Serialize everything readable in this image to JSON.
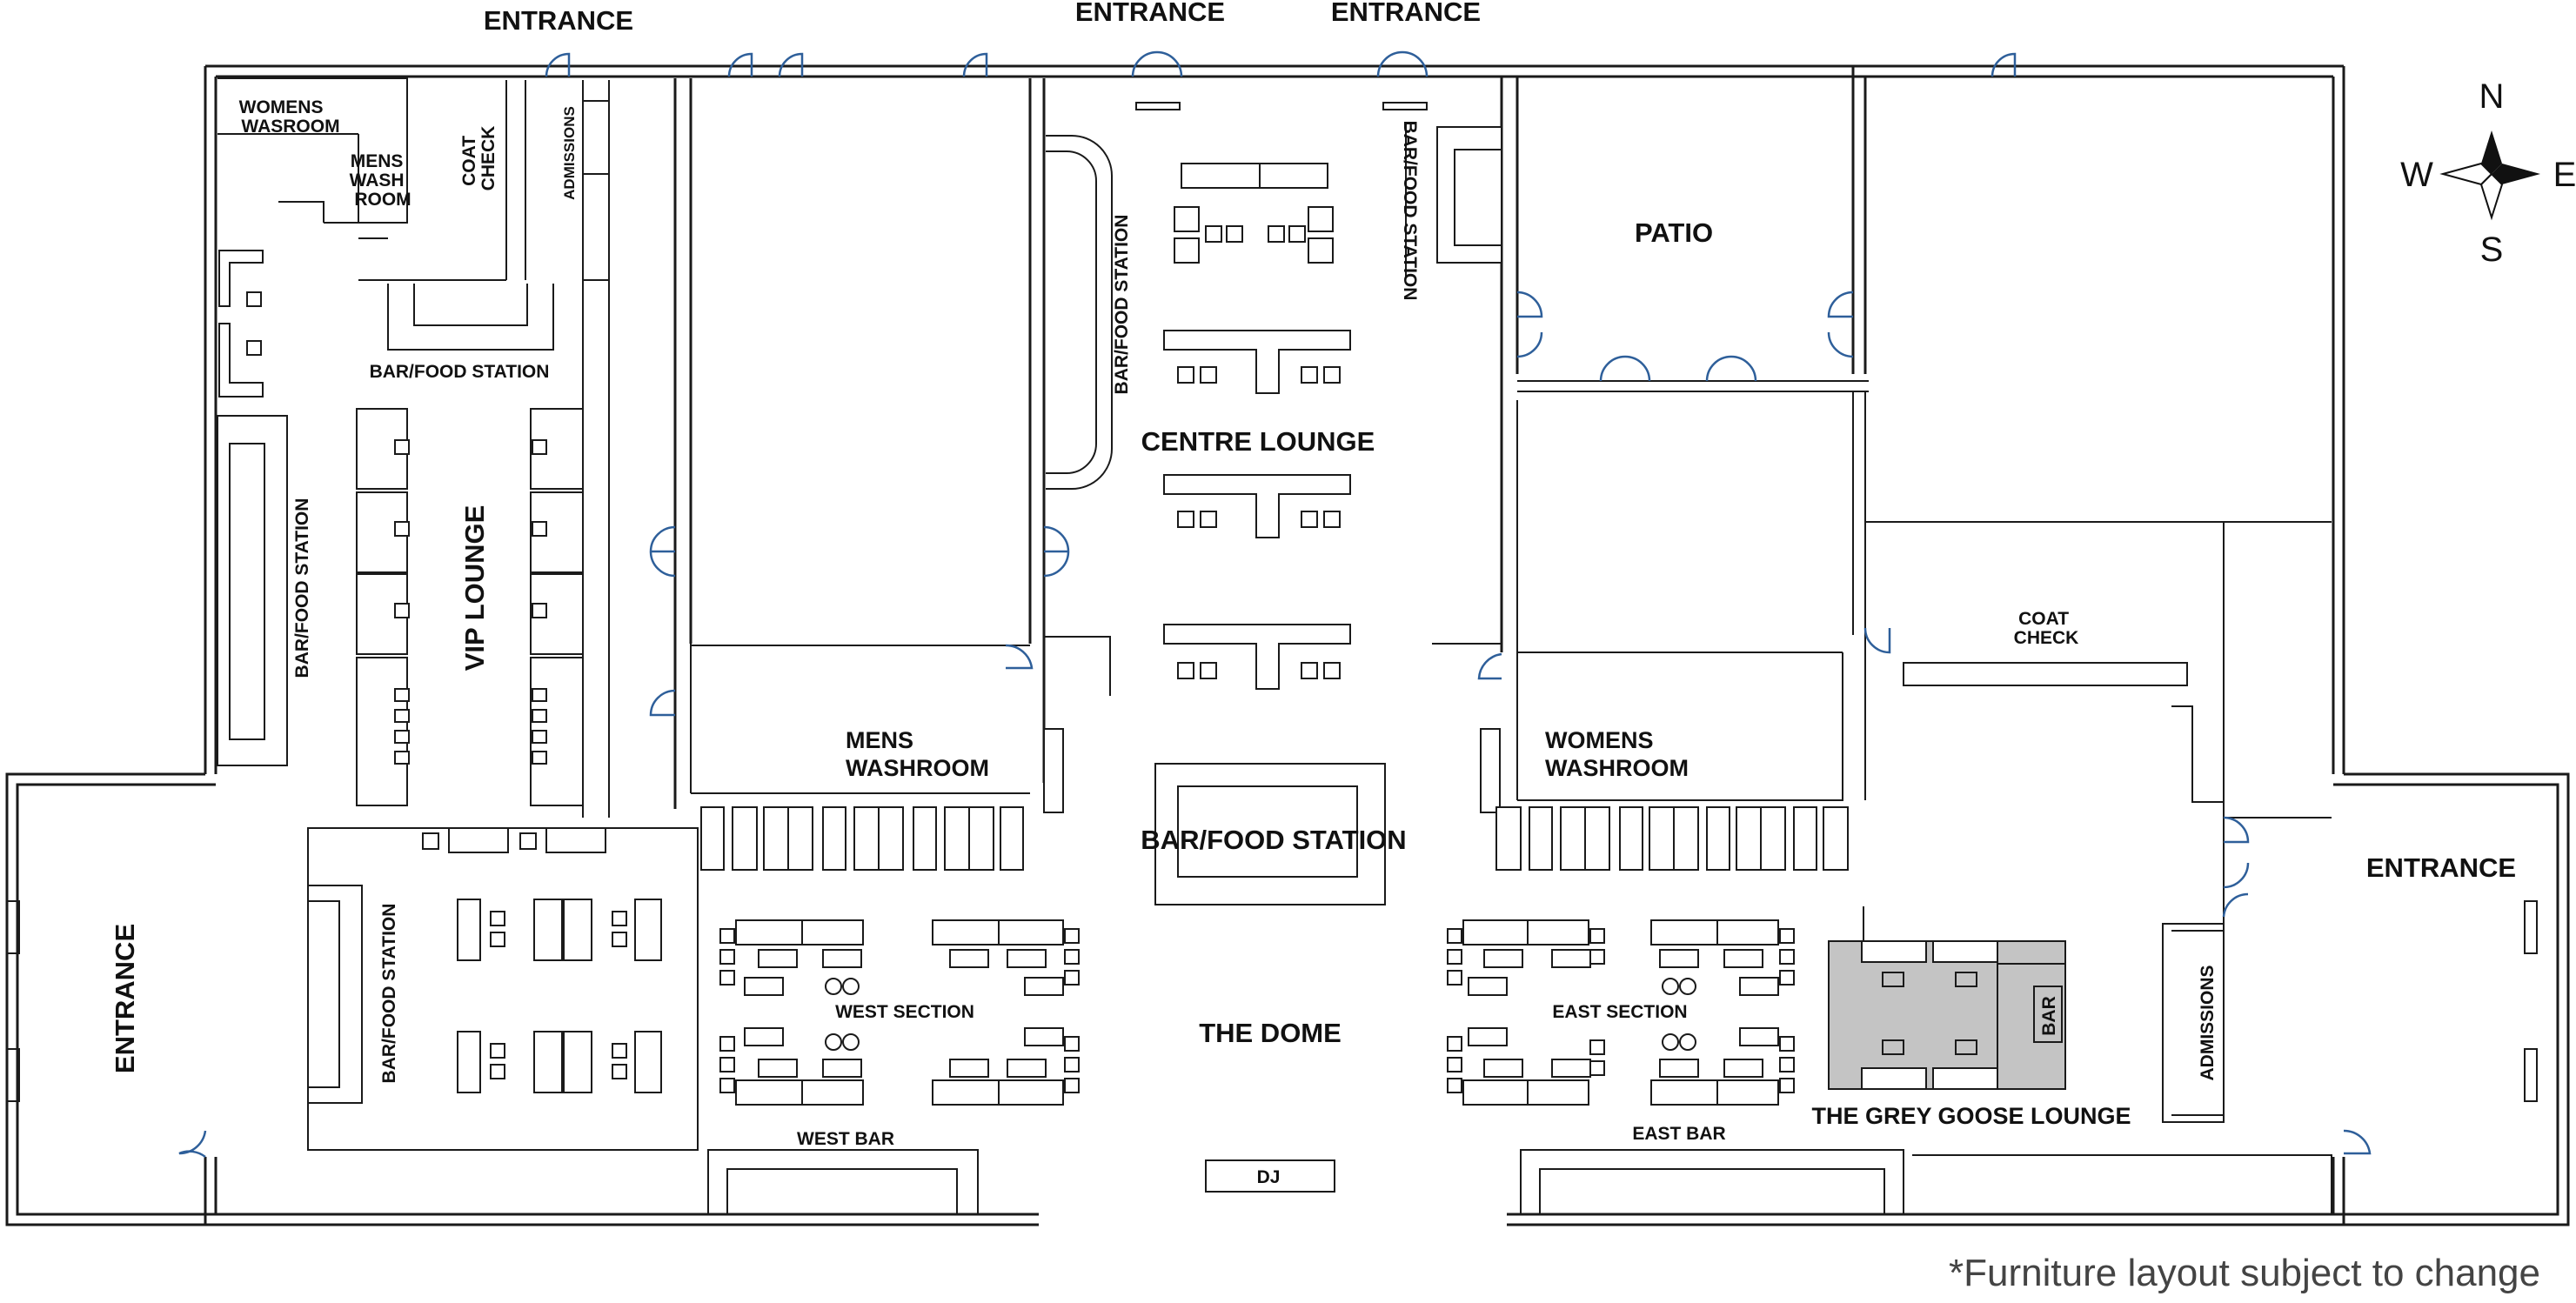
{
  "labels": {
    "entrance_top_left": "ENTRANCE",
    "entrance_top_mid_1": "ENTRANCE",
    "entrance_top_mid_2": "ENTRANCE",
    "entrance_west": "ENTRANCE",
    "entrance_east": "ENTRANCE",
    "womens_wasroom": [
      "WOMENS",
      "WASROOM"
    ],
    "mens_wash_room": [
      "MENS",
      "WASH",
      "ROOM"
    ],
    "coat_check_west": [
      "COAT",
      "CHECK"
    ],
    "admissions_west": "ADMISSIONS",
    "bar_food_vip_top": "BAR/FOOD STATION",
    "bar_food_vip_left": "BAR/FOOD STATION",
    "vip_lounge": "VIP LOUNGE",
    "bar_food_lower_left": "BAR/FOOD STATION",
    "bar_food_centre_left": "BAR/FOOD STATION",
    "bar_food_centre_right": "BAR/FOOD STATION",
    "centre_lounge": "CENTRE LOUNGE",
    "patio": "PATIO",
    "mens_washroom": [
      "MENS",
      "WASHROOM"
    ],
    "womens_washroom": [
      "WOMENS",
      "WASHROOM"
    ],
    "bar_food_dome": "BAR/FOOD STATION",
    "west_section": "WEST SECTION",
    "east_section": "EAST SECTION",
    "the_dome": "THE DOME",
    "west_bar": "WEST BAR",
    "east_bar": "EAST BAR",
    "dj": "DJ",
    "coat_check_east": [
      "COAT",
      "CHECK"
    ],
    "admissions_east": "ADMISSIONS",
    "grey_goose_lounge": "THE GREY GOOSE LOUNGE",
    "grey_goose_bar": "BAR"
  },
  "compass": {
    "n": "N",
    "s": "S",
    "e": "E",
    "w": "W"
  },
  "footnote": "*Furniture layout subject to change",
  "colors": {
    "wall": "#1a1a1a",
    "door": "#2e5f9a",
    "grey_goose_fill": "#c4c4c4",
    "footnote": "#444444"
  }
}
